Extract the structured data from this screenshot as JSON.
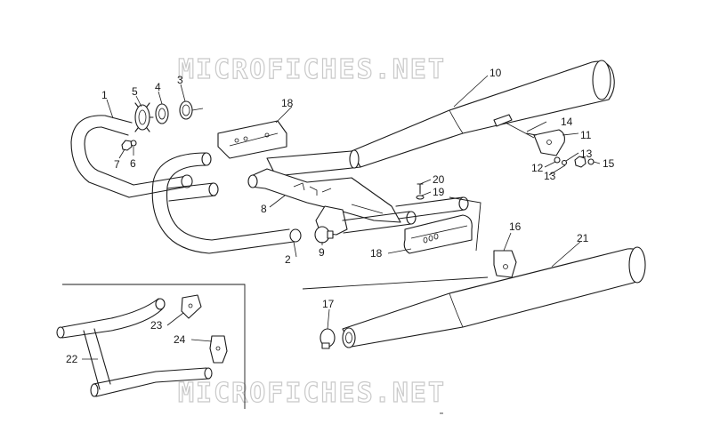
{
  "watermark": "MICROFICHES.NET",
  "callouts": {
    "p1": "1",
    "p2": "2",
    "p3": "3",
    "p4": "4",
    "p5": "5",
    "p6": "6",
    "p7": "7",
    "p8": "8",
    "p9": "9",
    "p10": "10",
    "p11": "11",
    "p12": "12",
    "p13a": "13",
    "p13b": "13",
    "p14": "14",
    "p15": "15",
    "p16": "16",
    "p17": "17",
    "p18a": "18",
    "p18b": "18",
    "p19": "19",
    "p20": "20",
    "p21": "21",
    "p22": "22",
    "p23": "23",
    "p24": "24"
  },
  "colors": {
    "line": "#1a1a1a",
    "watermark": "#c9c9c9",
    "background": "#ffffff"
  }
}
